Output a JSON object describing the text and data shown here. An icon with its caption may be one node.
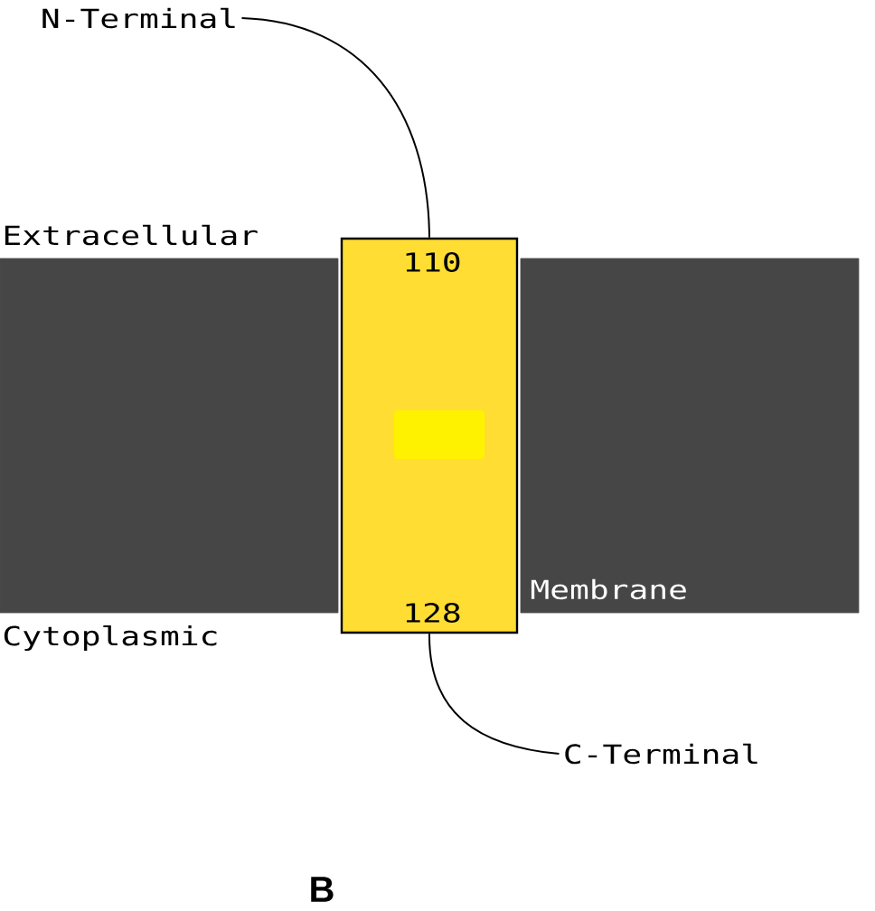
{
  "diagram": {
    "nodes": [
      {
        "text": [
          "N-Terminal"
        ]
      },
      {
        "text": [
          "110",
          "128"
        ]
      },
      {
        "text": [
          "C-Terminal"
        ]
      }
    ],
    "edges": [
      {
        "from": 0,
        "to": 1,
        "arrow": "none"
      },
      {
        "from": 1,
        "to": 2,
        "arrow": "none"
      }
    ],
    "labels": [
      "Extracellular",
      "Cytoplasmic",
      "Membrane",
      "B"
    ]
  }
}
